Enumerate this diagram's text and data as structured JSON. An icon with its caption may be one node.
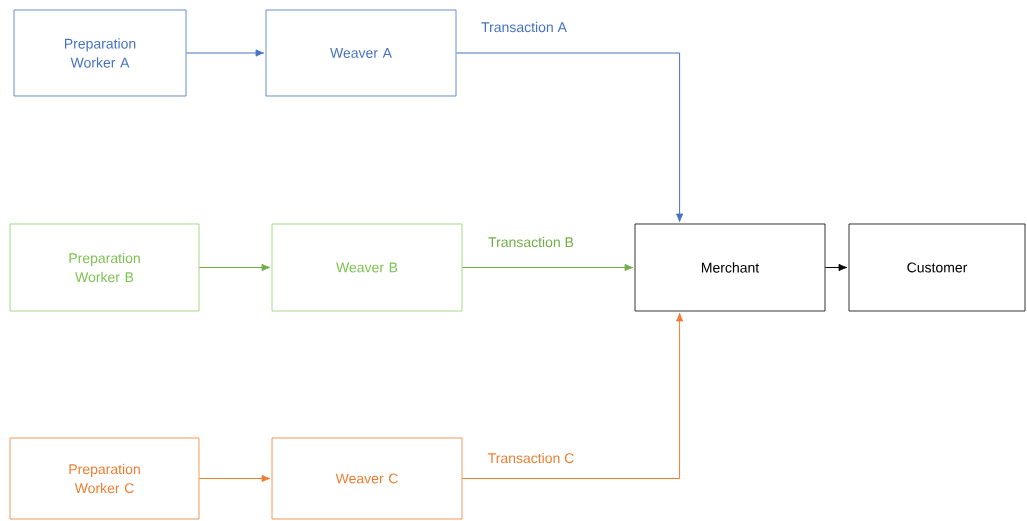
{
  "diagram": {
    "nodes": [
      {
        "text": [
          "Preparation Worker A"
        ]
      },
      {
        "text": [
          "Weaver A"
        ]
      },
      {
        "text": [
          "Preparation Worker B"
        ]
      },
      {
        "text": [
          "Weaver B"
        ]
      },
      {
        "text": [
          "Merchant"
        ]
      },
      {
        "text": [
          "Customer"
        ]
      },
      {
        "text": [
          "Preparation Worker C"
        ]
      },
      {
        "text": [
          "Weaver C"
        ]
      }
    ],
    "edges": [
      {
        "from": 0,
        "to": 1,
        "arrow": "to",
        "color": "#4472c4"
      },
      {
        "from": 1,
        "to": 4,
        "arrow": "to",
        "label": "Transaction A",
        "color": "#4472c4"
      },
      {
        "from": 2,
        "to": 3,
        "arrow": "to",
        "color": "#70ad47"
      },
      {
        "from": 3,
        "to": 4,
        "arrow": "to",
        "label": "Transaction B",
        "color": "#70ad47"
      },
      {
        "from": 6,
        "to": 7,
        "arrow": "to",
        "color": "#ed7d31"
      },
      {
        "from": 7,
        "to": 4,
        "arrow": "to",
        "label": "Transaction C",
        "color": "#ed7d31"
      },
      {
        "from": 4,
        "to": 5,
        "arrow": "to",
        "color": "#000000"
      }
    ]
  }
}
